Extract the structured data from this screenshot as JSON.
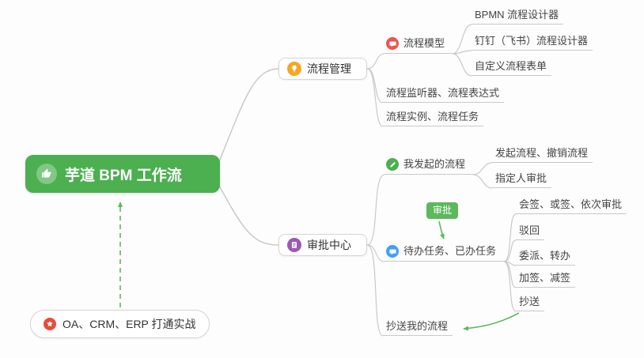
{
  "root": {
    "label": "芋道 BPM 工作流"
  },
  "note": {
    "label": "OA、CRM、ERP 打通实战"
  },
  "process_management": {
    "label": "流程管理",
    "model": {
      "label": "流程模型",
      "children": [
        "BPMN 流程设计器",
        "钉钉（飞书）流程设计器",
        "自定义流程表单"
      ]
    },
    "listener_expression": "流程监听器、流程表达式",
    "instance_task": "流程实例、流程任务"
  },
  "approval_center": {
    "label": "审批中心",
    "my_processes": {
      "label": "我发起的流程",
      "children": [
        "发起流程、撤销流程",
        "指定人审批"
      ]
    },
    "approval_tag": "审批",
    "tasks": {
      "label": "待办任务、已办任务",
      "children": [
        "会签、或签、依次审批",
        "驳回",
        "委派、转办",
        "加签、减签",
        "抄送"
      ]
    },
    "cc_processes": "抄送我的流程"
  },
  "colors": {
    "root_bg": "#4caf50",
    "line": "#c9c9c9",
    "arrow_green": "#5cb85c",
    "icon_orange": "#f5a623",
    "icon_purple": "#9b59b6",
    "icon_red": "#ef5350",
    "icon_green": "#4caf50",
    "icon_blue": "#409eff",
    "tag_bg": "#5cb85c"
  }
}
